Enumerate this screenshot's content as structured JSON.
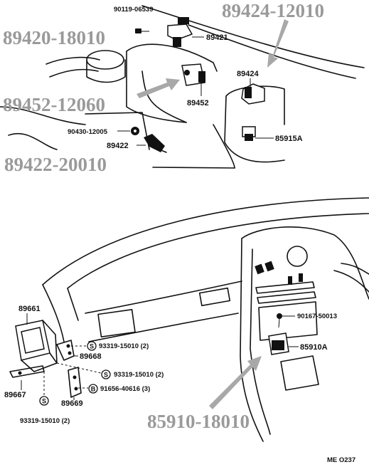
{
  "overlay_labels": {
    "relay_89424": "89424-12010",
    "sensor_89420": "89420-18010",
    "relay_89452": "89452-12060",
    "sensor_89422": "89422-20010",
    "relay_85910": "85910-18010"
  },
  "parts": {
    "p90119": "90119-06539",
    "p89421": "89421",
    "p89424": "89424",
    "p89452": "89452",
    "p90430": "90430-12005",
    "p89422": "89422",
    "p85915A": "85915A",
    "p89661": "89661",
    "p93319a": "93319-15010 (2)",
    "p89668": "89668",
    "p93319b": "93319-15010 (2)",
    "p91656": "91656-40616 (3)",
    "p89667": "89667",
    "p89669": "89669",
    "p93319c": "93319-15010 (2)",
    "p90167": "90167-50013",
    "p85910A": "85910A"
  },
  "symbols": {
    "s": "S",
    "b": "B"
  },
  "footer": {
    "code": "ME  O237"
  }
}
